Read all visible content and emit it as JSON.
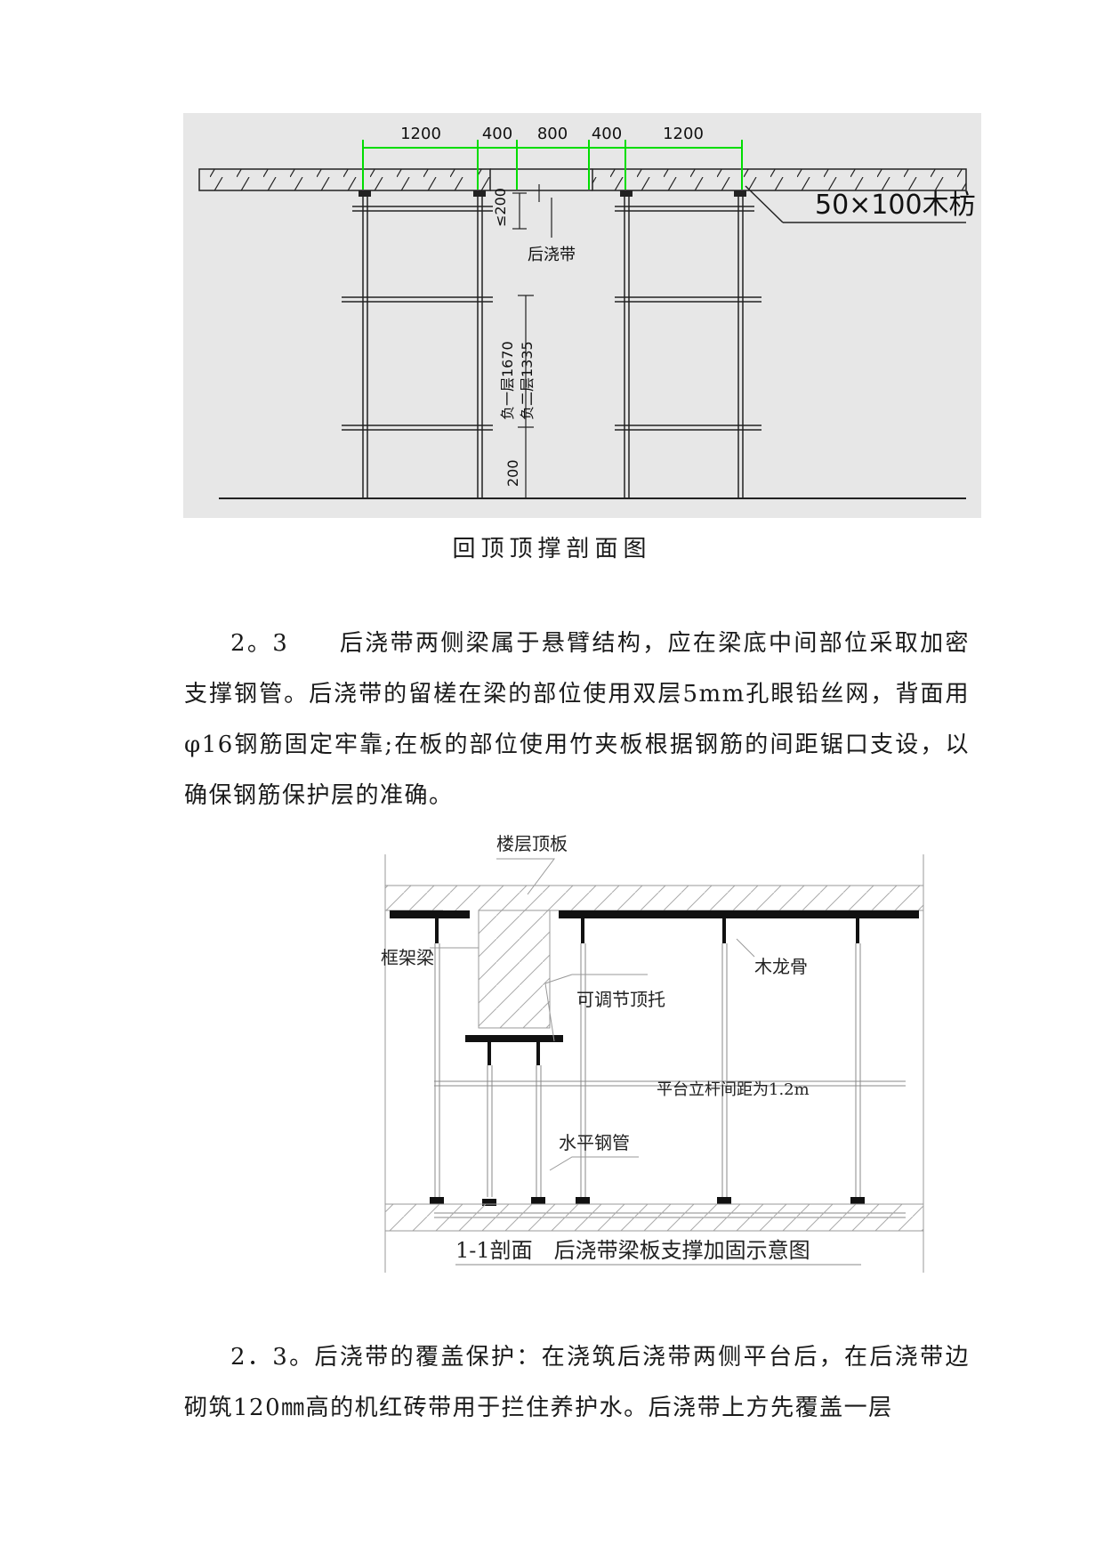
{
  "figure1": {
    "dimensions": [
      "1200",
      "400",
      "800",
      "400",
      "1200"
    ],
    "gap_height": "≤200",
    "callout_timber": "50×100木枋",
    "label_post_pour_band": "后浇带",
    "vertical_dim_levels": "负一层1670\n负二层1335",
    "vertical_dim_base": "200",
    "caption": "回顶顶撑剖面图"
  },
  "paragraph1": "2。3　　后浇带两侧梁属于悬臂结构，应在梁底中间部位采取加密支撑钢管。后浇带的留槎在梁的部位使用双层5mm孔眼铅丝网，背面用φ16钢筋固定牢靠;在板的部位使用竹夹板根据钢筋的间距锯口支设，以确保钢筋保护层的准确。",
  "figure2": {
    "label_floor_slab": "楼层顶板",
    "label_frame_beam": "框架梁",
    "label_wood_joist": "木龙骨",
    "label_adjustable_top": "可调节顶托",
    "label_spacing": "平台立杆间距为1.2m",
    "label_horizontal_pipe": "水平钢管",
    "caption": "1-1剖面　后浇带梁板支撑加固示意图"
  },
  "paragraph2": "2．3。后浇带的覆盖保护：在浇筑后浇带两侧平台后，在后浇带边砌筑120㎜高的机红砖带用于拦住养护水。后浇带上方先覆盖一层",
  "colors": {
    "dimension_green": "#00dd00",
    "drawing_bg": "#e7e7e7"
  }
}
